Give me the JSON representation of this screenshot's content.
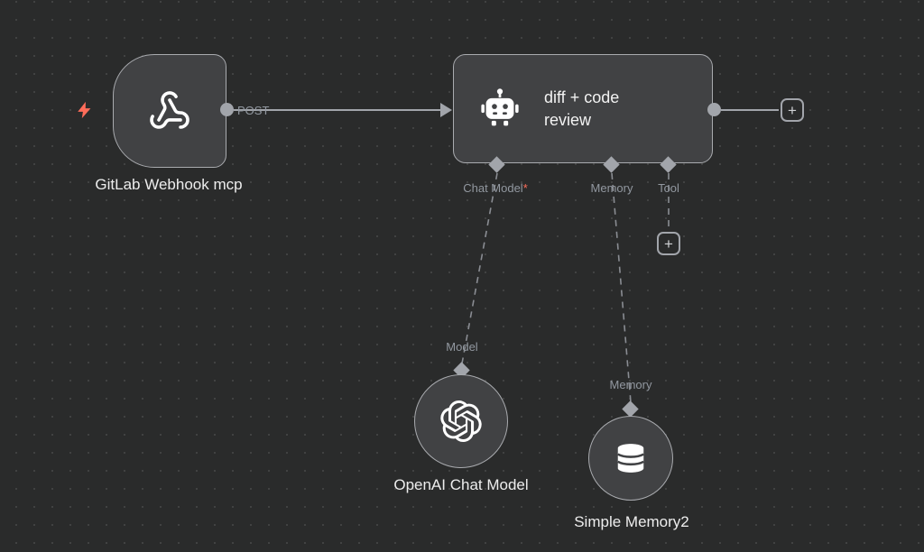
{
  "nodes": {
    "webhook": {
      "name": "GitLab Webhook mcp",
      "output_label": "POST"
    },
    "agent": {
      "name": "diff + code review",
      "inputs": {
        "chat_model": {
          "label": "Chat Model",
          "required_marker": "*"
        },
        "memory": {
          "label": "Memory"
        },
        "tool": {
          "label": "Tool"
        }
      }
    },
    "openai": {
      "name": "OpenAI Chat Model",
      "connector_label": "Model"
    },
    "simple_memory": {
      "name": "Simple Memory2",
      "connector_label": "Memory"
    }
  },
  "ui": {
    "add_button_label": "+"
  },
  "icons": {
    "trigger": "lightning-bolt-icon",
    "webhook": "webhook-icon",
    "agent": "robot-icon",
    "openai": "openai-logo-icon",
    "memory": "database-icon"
  },
  "colors": {
    "trigger_bolt": "#ff6d5a",
    "required_marker": "#ff6d5a",
    "node_fill": "#414244",
    "node_border": "#a9abaf",
    "connector": "#a2a5ab",
    "canvas_bg": "#2a2b2b",
    "label_muted": "#9298a0"
  }
}
